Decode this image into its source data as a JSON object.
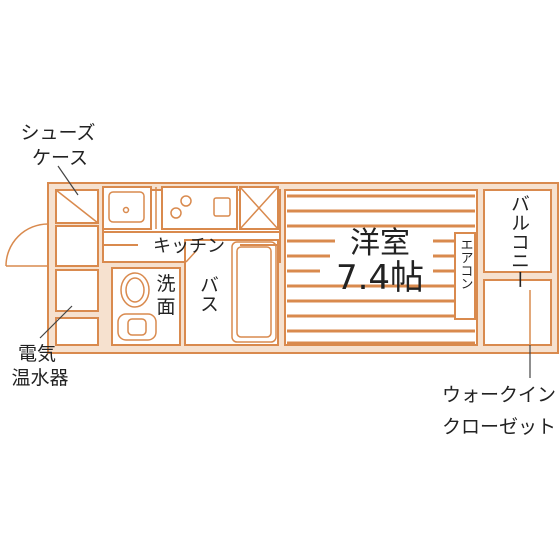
{
  "labels": {
    "shoe_case_1": "シューズ",
    "shoe_case_2": "ケース",
    "kitchen": "キッチン",
    "room_name": "洋室",
    "room_size": "7.4帖",
    "aircon": "エアコン",
    "balcony": "バルコニー",
    "washroom_1": "洗",
    "washroom_2": "面",
    "bath": "バス",
    "water_heater_1": "電気",
    "water_heater_2": "温水器",
    "walkin_1": "ウォークイン",
    "walkin_2": "クローゼット"
  },
  "colors": {
    "wall_stroke": "#d98a4e",
    "wall_fill": "#f6e1cf",
    "background": "#ffffff",
    "text": "#222222"
  }
}
